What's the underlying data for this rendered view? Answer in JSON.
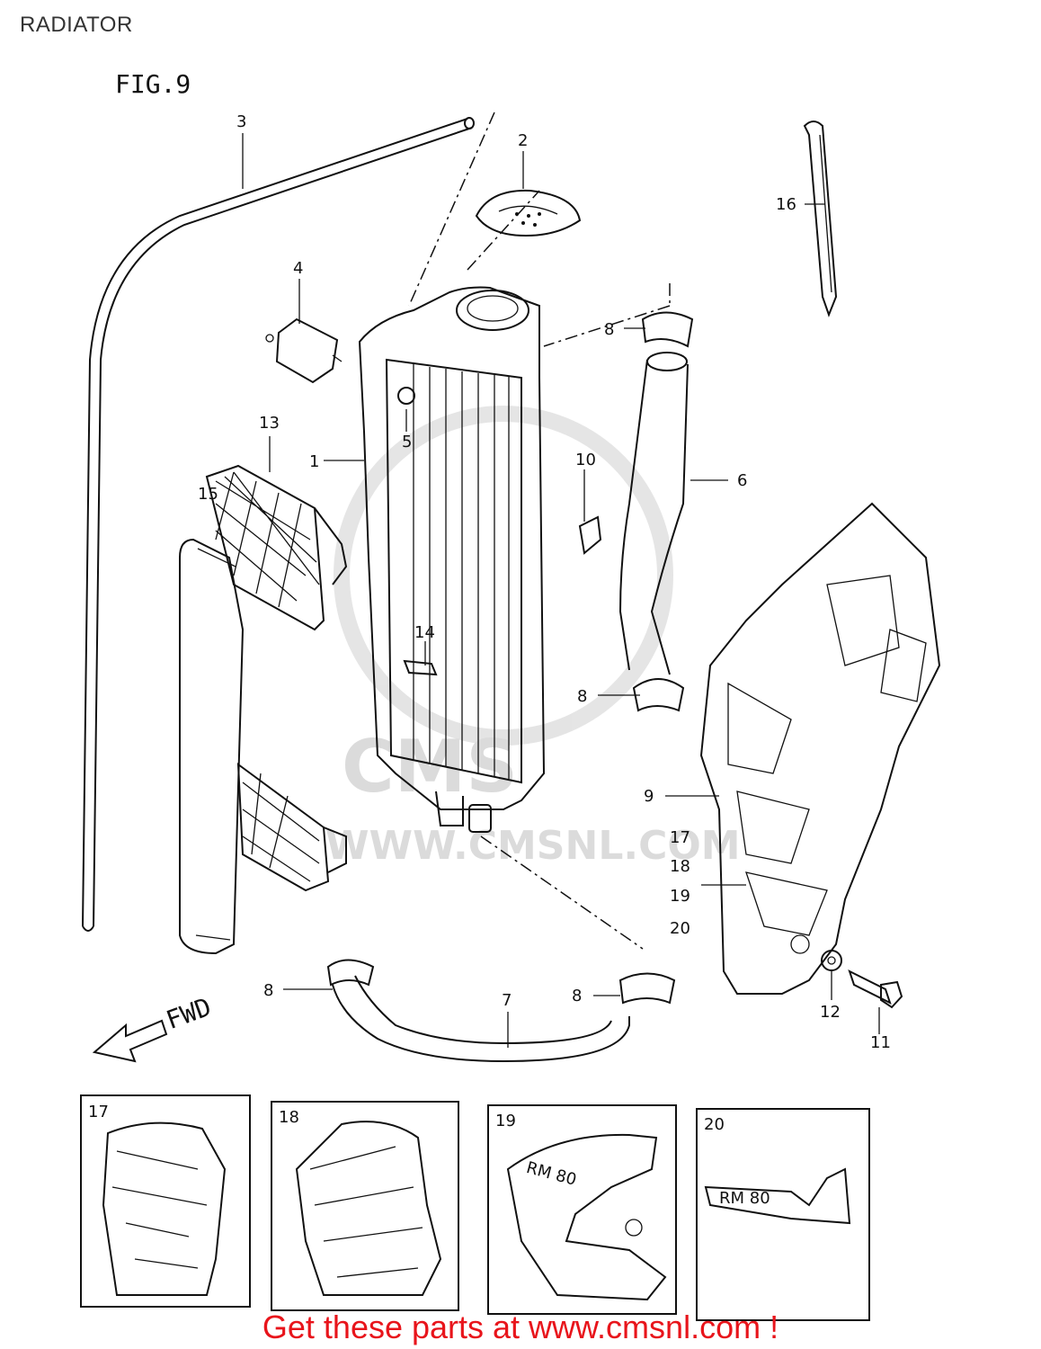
{
  "header": {
    "title": "RADIATOR"
  },
  "figure": {
    "label": "FIG.9",
    "fwd_label": "FWD",
    "watermark_logo": "CMS",
    "watermark_url": "WWW.CMSNL.COM",
    "callouts": [
      "1",
      "2",
      "3",
      "4",
      "5",
      "6",
      "7",
      "8",
      "9",
      "10",
      "11",
      "12",
      "13",
      "14",
      "15",
      "16",
      "17",
      "18",
      "19",
      "20"
    ],
    "callout_8_instances": [
      "8",
      "8",
      "8",
      "8"
    ],
    "stack_17_20": [
      "17",
      "18",
      "19",
      "20"
    ]
  },
  "insets": [
    {
      "number": "17"
    },
    {
      "number": "18"
    },
    {
      "number": "19",
      "decal_text": "RM 80"
    },
    {
      "number": "20",
      "decal_text": "RM 80"
    }
  ],
  "footer": {
    "link_text": "Get these parts at www.cmsnl.com !"
  },
  "colors": {
    "footer_link": "#e8141b",
    "line_art": "#111111",
    "watermark": "#d8d8d8"
  }
}
